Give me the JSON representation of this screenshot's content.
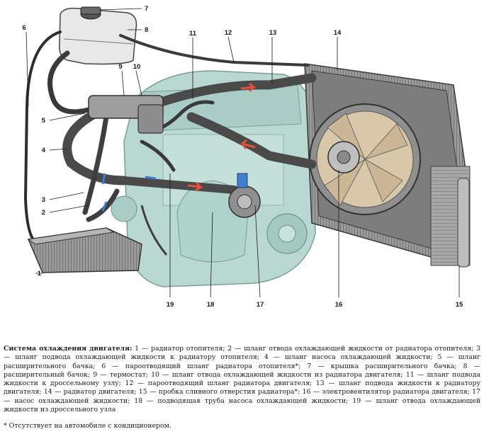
{
  "callouts": [
    {
      "num": "1",
      "part": "radiator-heater"
    },
    {
      "num": "2",
      "part": "heater-outlet-hose"
    },
    {
      "num": "3",
      "part": "heater-inlet-hose"
    },
    {
      "num": "4",
      "part": "pump-hose"
    },
    {
      "num": "5",
      "part": "expansion-tank-hose"
    },
    {
      "num": "6",
      "part": "heater-vapor-hose"
    },
    {
      "num": "7",
      "part": "tank-cap"
    },
    {
      "num": "8",
      "part": "expansion-tank"
    },
    {
      "num": "9",
      "part": "thermostat"
    },
    {
      "num": "10",
      "part": "radiator-outlet-hose"
    },
    {
      "num": "11",
      "part": "throttle-supply-hose"
    },
    {
      "num": "12",
      "part": "radiator-vapor-hose"
    },
    {
      "num": "13",
      "part": "radiator-inlet-hose"
    },
    {
      "num": "14",
      "part": "engine-radiator"
    },
    {
      "num": "15",
      "part": "drain-plug"
    },
    {
      "num": "16",
      "part": "radiator-fan"
    },
    {
      "num": "17",
      "part": "coolant-pump"
    },
    {
      "num": "18",
      "part": "pump-supply-pipe"
    },
    {
      "num": "19",
      "part": "throttle-return-hose"
    }
  ],
  "caption": {
    "title": "Система охлаждения двигателя:",
    "text": " 1 — радиатор отопителя; 2 — шланг отвода охлаждающей жидкости от радиатора отопителя; 3 — шланг подвода охлаждающей жидкости к радиатору отопителя; 4 — шланг насоса охлаждающей жидкости; 5 — шланг расширительного бачка; 6 — пароотводящий шланг радиатора отопителя*; 7 — крышка расширительного бачка; 8 — расширительный бачок; 9 — термостат; 10 — шланг отвода охлаждающей жидкости из радиатора двигателя; 11 — шланг подвода жидкости к дроссельному узлу; 12 — пароотводящий шланг радиатора двигателя; 13 — шланг подвода жидкости к радиатору двигателя; 14 — радиатор двигателя; 15 — пробка сливного отверстия радиатора*; 16 — электровентилятор радиатора двигателя; 17 — насос охлаждающей жидкости; 18 — подводящая труба насоса охлаждающей жидкости; 19 — шланг отвода охлаждающей жидкости из дроссельного узла"
  },
  "footnote": "* Отсутствует на автомобиле с кондиционером.",
  "colors": {
    "engine": "#b9d8d2",
    "hose": "#4a4a4a",
    "flow_hot": "#e0503a",
    "flow_cold": "#3f7fd0",
    "metal": "#8c8c8c"
  }
}
